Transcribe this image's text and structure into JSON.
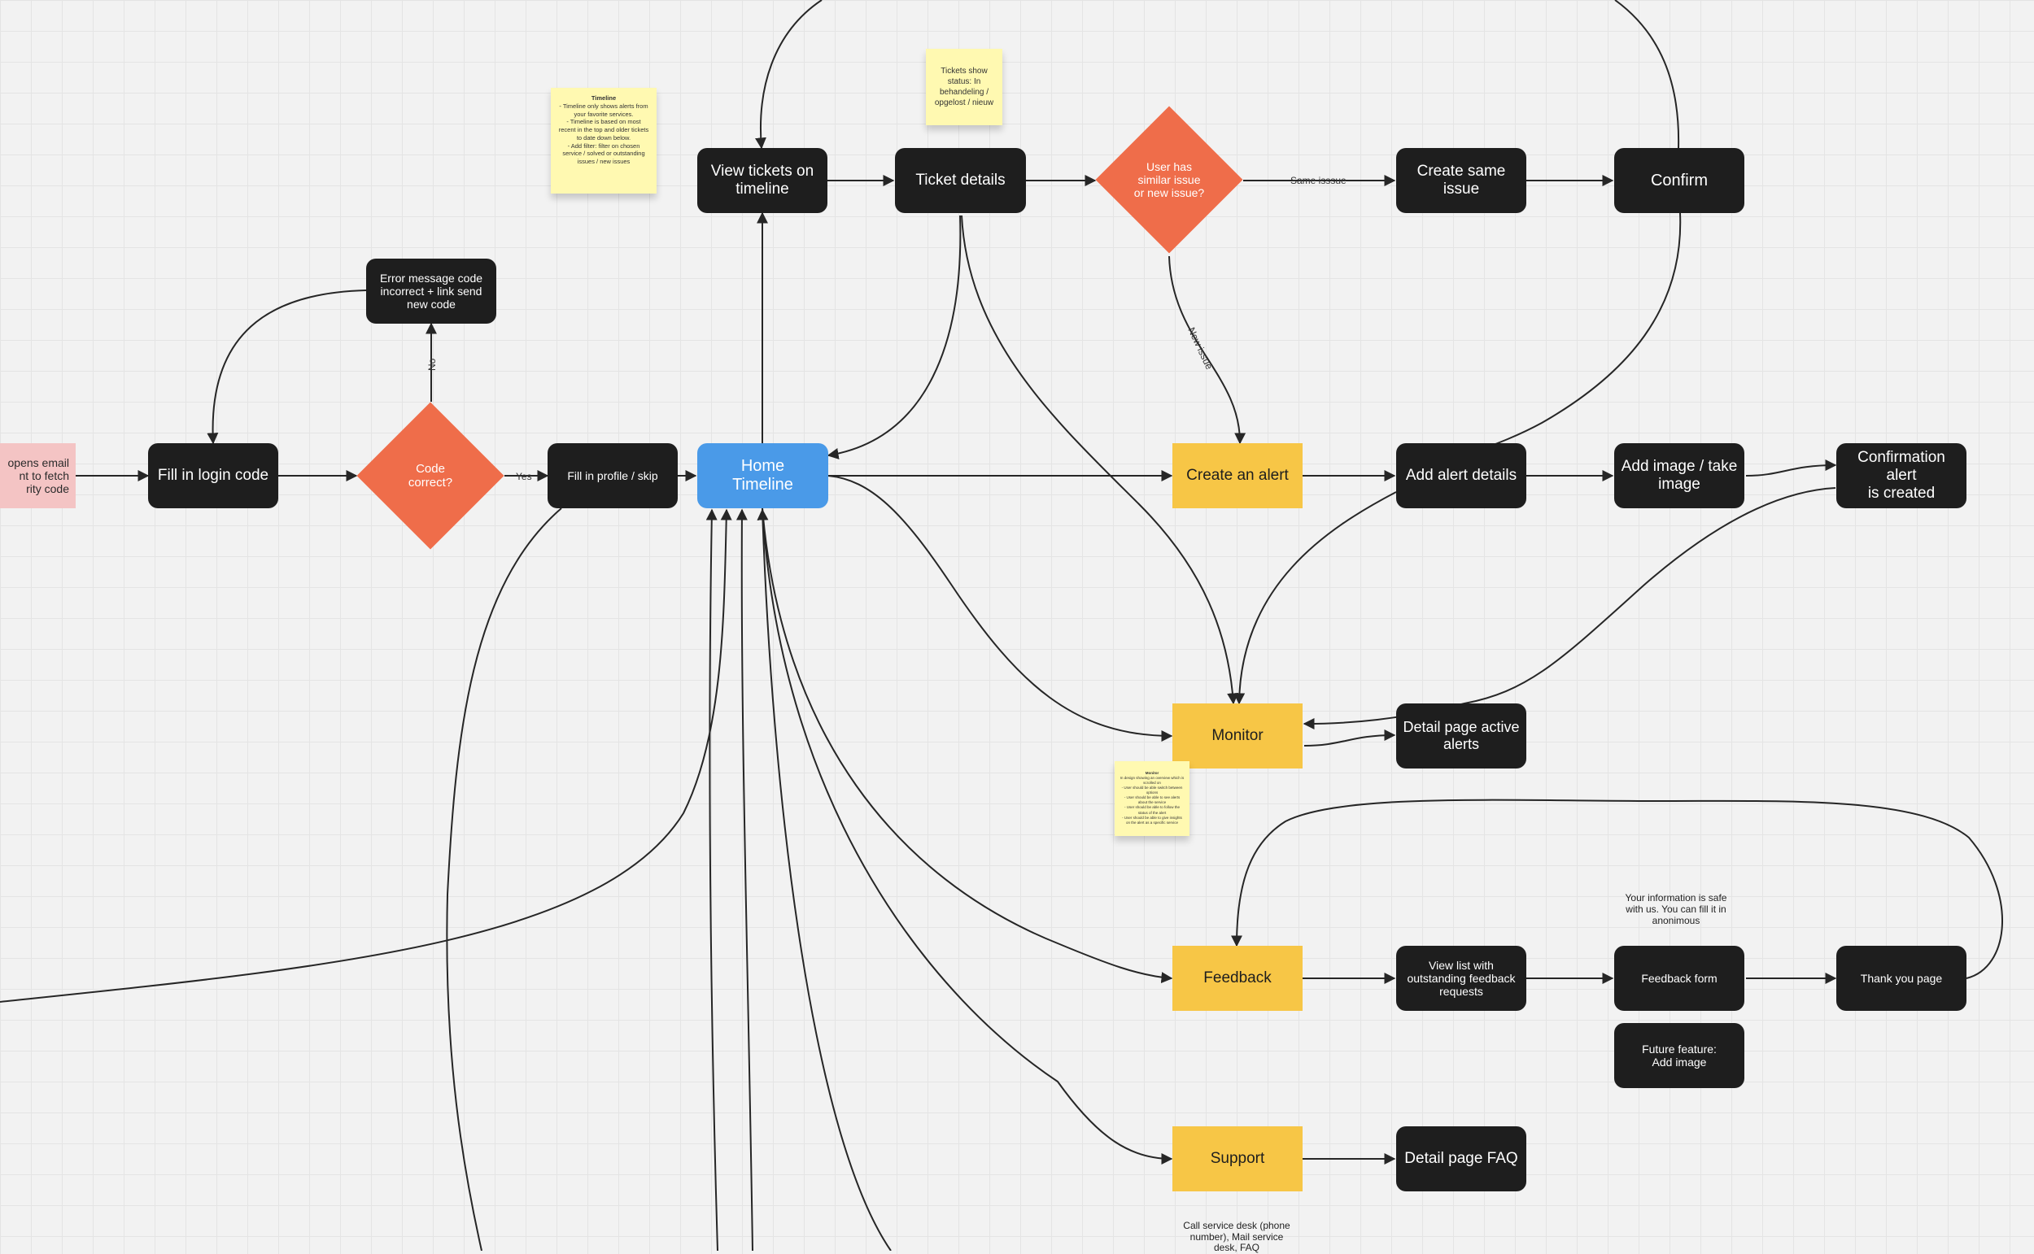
{
  "nodes": {
    "opens_email": "opens email\nnt to fetch\nrity code",
    "fill_login": "Fill in login code",
    "code_correct": "Code\ncorrect?",
    "error_message": "Error message code\nincorrect + link send\nnew code",
    "fill_profile": "Fill in profile / skip",
    "home": "Home\nTimeline",
    "view_tickets": "View tickets on\ntimeline",
    "ticket_details": "Ticket details",
    "user_similar": "User has\nsimilar issue\nor new issue?",
    "create_same": "Create same\nissue",
    "confirm": "Confirm",
    "create_alert": "Create an alert",
    "add_alert_details": "Add alert details",
    "add_image": "Add image / take\nimage",
    "confirmation_alert": "Confirmation alert\nis created",
    "monitor": "Monitor",
    "detail_active": "Detail page active\nalerts",
    "feedback": "Feedback",
    "view_list": "View list with\noutstanding feedback\nrequests",
    "feedback_form": "Feedback form",
    "thank_you": "Thank you page",
    "future_feature": "Future feature:\nAdd image",
    "support": "Support",
    "detail_faq": "Detail page FAQ"
  },
  "edge_labels": {
    "yes": "Yes",
    "no": "No",
    "same_issue": "Same isssue",
    "new_issue": "New issue"
  },
  "stickies": {
    "timeline_title": "Timeline",
    "timeline_body": "- Timeline only shows alerts from your favorite services.\n- Timeline is based on most recent in the top and older tickets to date down below.\n- Add filter: filter on chosen service / solved or outstanding issues / new issues",
    "tickets_status": "Tickets show\nstatus: In\nbehandeling /\nopgelost / nieuw",
    "monitor_title": "Monitor",
    "monitor_body": "In design showing an overview which is scrolled on\n- User should be able switch between options\n- User should be able to see alerts about the service\n- User should be able to follow the status of the alert\n- User should be able to give insights on the alert as a specific service"
  },
  "notes": {
    "info_safe": "Your information is safe\nwith us. You can fill it in\nanonimous",
    "support_note": "Call service desk (phone\nnumber), Mail service\ndesk, FAQ"
  },
  "colors": {
    "dark_node": "#1e1e1e",
    "yellow_node": "#f7c646",
    "blue_node": "#4a9ae8",
    "decision": "#ef6d4a",
    "sticky": "#fff9b1",
    "pink_node": "#f4c4c4"
  }
}
